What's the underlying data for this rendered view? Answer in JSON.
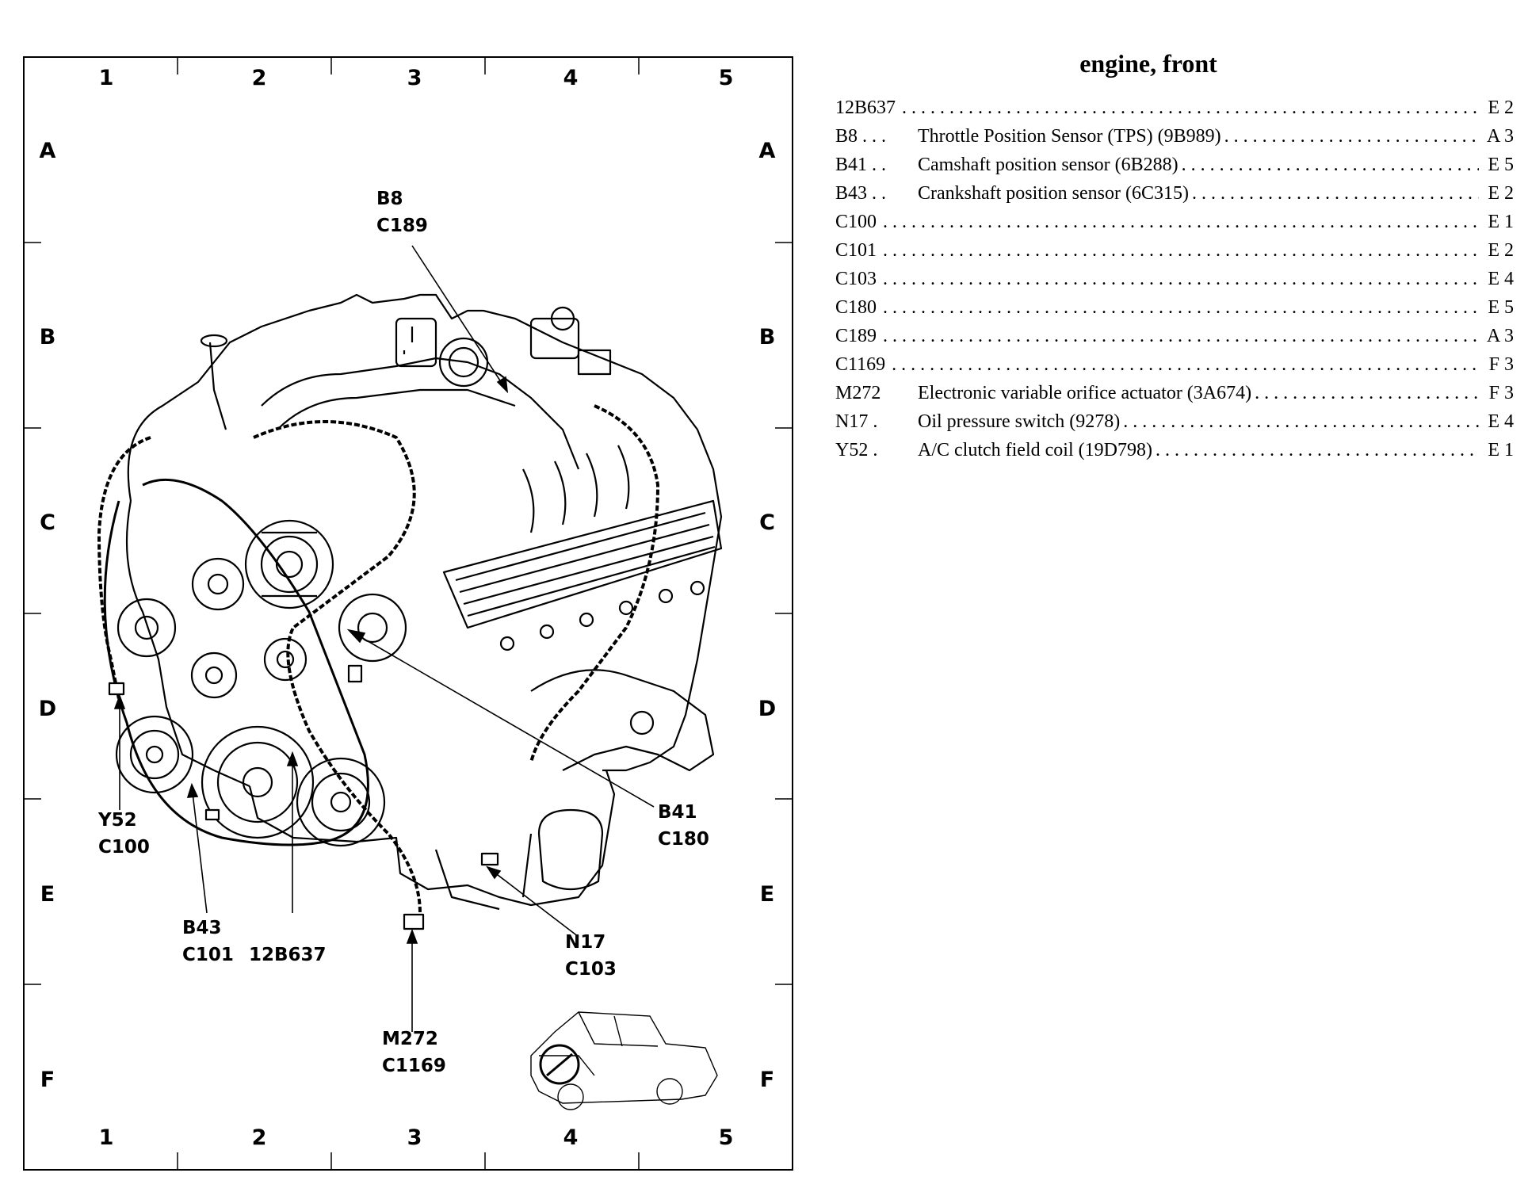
{
  "grid": {
    "columns": [
      "1",
      "2",
      "3",
      "4",
      "5"
    ],
    "rows": [
      "A",
      "B",
      "C",
      "D",
      "E",
      "F"
    ]
  },
  "callouts": {
    "b8": "B8",
    "c189": "C189",
    "y52": "Y52",
    "c100": "C100",
    "b43": "B43",
    "c101": "C101",
    "12b637": "12B637",
    "b41": "B41",
    "c180": "C180",
    "n17": "N17",
    "c103": "C103",
    "m272": "M272",
    "c1169": "C1169"
  },
  "legend": {
    "title": "engine, front",
    "rows": [
      {
        "code": "12B637",
        "description": "",
        "location": "E 2"
      },
      {
        "code": "B8 . . .",
        "description": "Throttle Position Sensor (TPS) (9B989)",
        "location": "A 3"
      },
      {
        "code": "B41 . .",
        "description": "Camshaft position sensor (6B288)",
        "location": "E 5"
      },
      {
        "code": "B43 . .",
        "description": "Crankshaft position sensor (6C315)",
        "location": "E 2"
      },
      {
        "code": "C100",
        "description": "",
        "location": "E 1"
      },
      {
        "code": "C101",
        "description": "",
        "location": "E 2"
      },
      {
        "code": "C103",
        "description": "",
        "location": "E 4"
      },
      {
        "code": "C180",
        "description": "",
        "location": "E 5"
      },
      {
        "code": "C189",
        "description": "",
        "location": "A 3"
      },
      {
        "code": "C1169",
        "description": "",
        "location": "F 3"
      },
      {
        "code": "M272",
        "description": "Electronic variable orifice actuator (3A674)",
        "location": "F 3"
      },
      {
        "code": "N17 .",
        "description": "Oil pressure switch (9278)",
        "location": "E 4"
      },
      {
        "code": "Y52 .",
        "description": "A/C clutch field coil (19D798)",
        "location": "E 1"
      }
    ]
  }
}
